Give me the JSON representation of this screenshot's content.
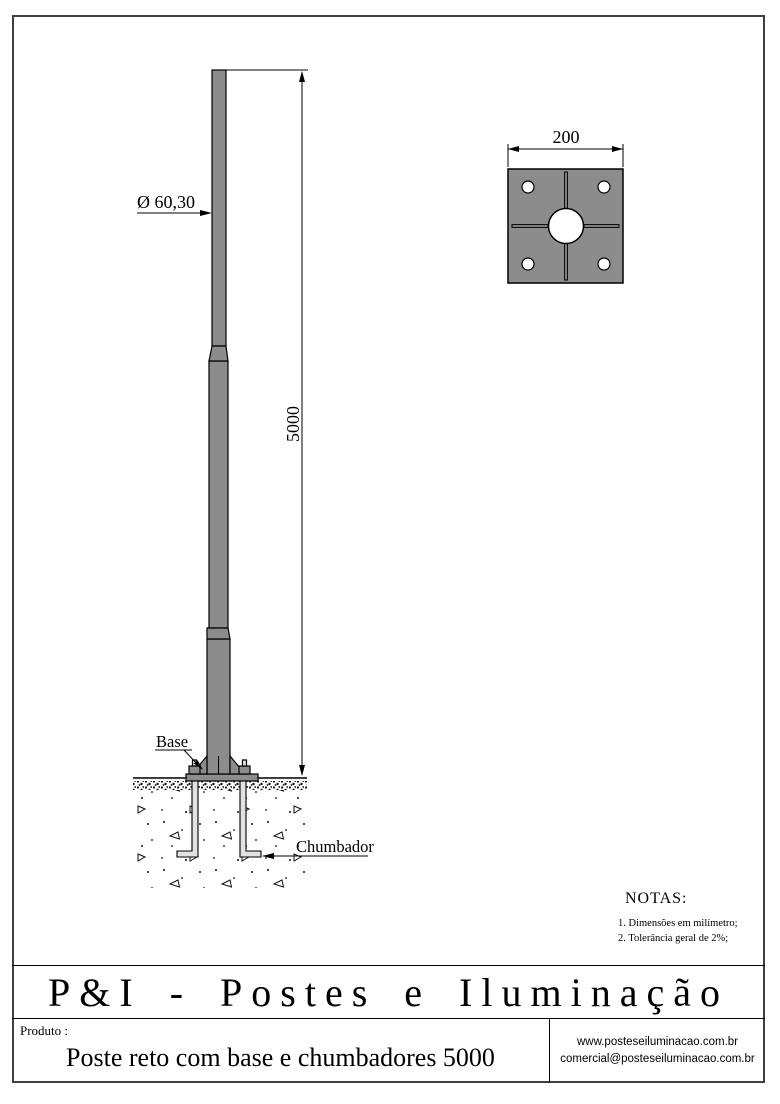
{
  "drawing": {
    "pole": {
      "diameter_label": "Ø 60,30",
      "height_label": "5000",
      "base_label": "Base",
      "anchor_label": "Chumbador"
    },
    "plate_view": {
      "width_label": "200"
    }
  },
  "notes": {
    "title": "NOTAS:",
    "items": [
      "1. Dimensões em milímetro;",
      "2. Tolerância geral de 2%;"
    ]
  },
  "title_block": {
    "company": "P&I - Postes e Iluminação",
    "product_label": "Produto :",
    "product_name": "Poste reto com base e chumbadores 5000",
    "website": "www.posteseiluminacao.com.br",
    "email": "comercial@posteseiluminacao.com.br"
  },
  "colors": {
    "steel": "#8c8c8c",
    "bolt": "#e2e2e2",
    "line": "#000000"
  }
}
